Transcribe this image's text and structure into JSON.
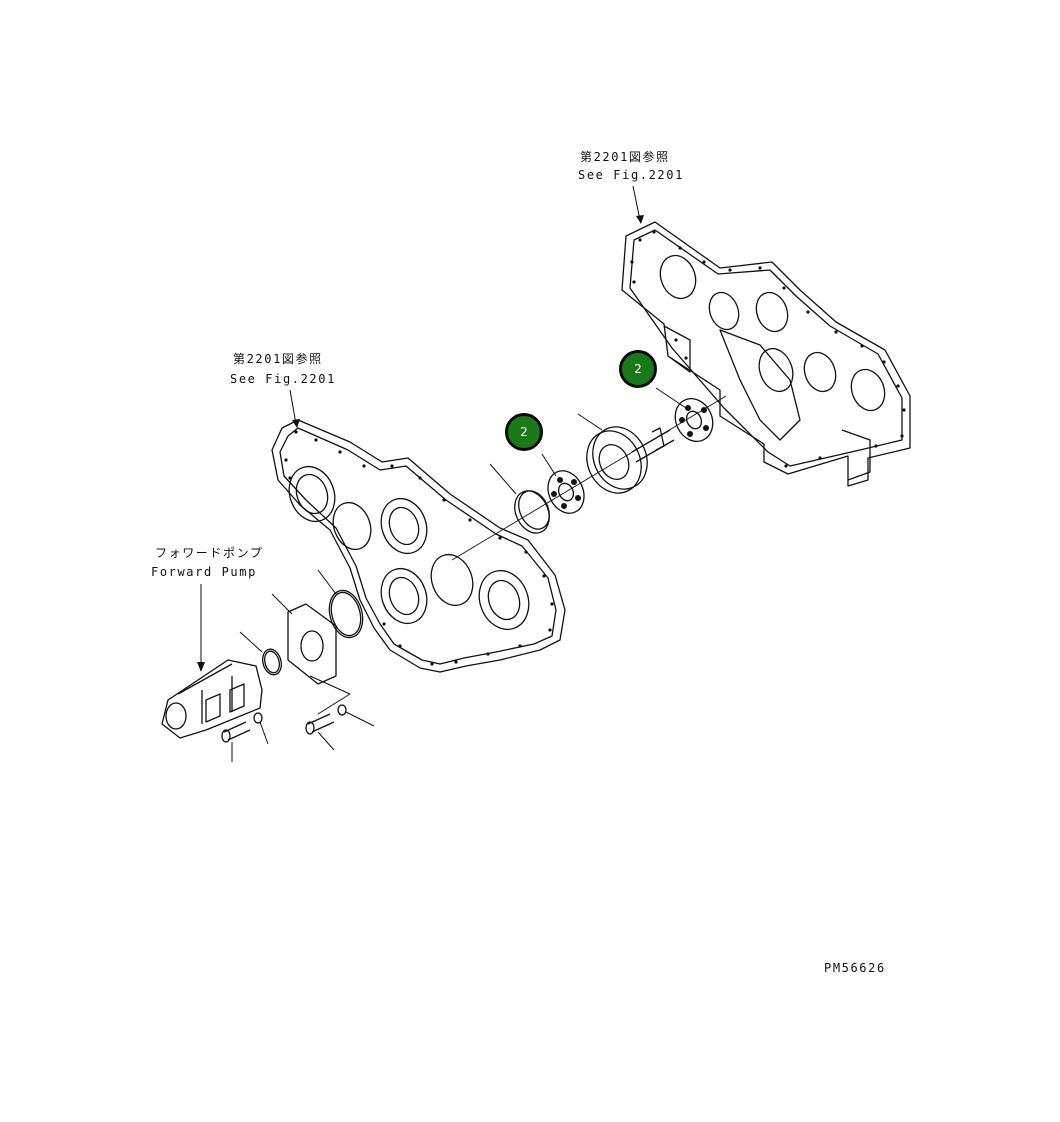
{
  "callouts": {
    "rear_case": {
      "ja": "第2201図参照",
      "en": "See Fig.2201"
    },
    "front_case": {
      "ja": "第2201図参照",
      "en": "See Fig.2201"
    },
    "forward_pump": {
      "ja": "フォワードポンプ",
      "en": "Forward Pump"
    }
  },
  "badges": [
    {
      "label": "2",
      "color": "#1a7a1a"
    },
    {
      "label": "2",
      "color": "#1a7a1a"
    }
  ],
  "figure_code": "PM56626"
}
